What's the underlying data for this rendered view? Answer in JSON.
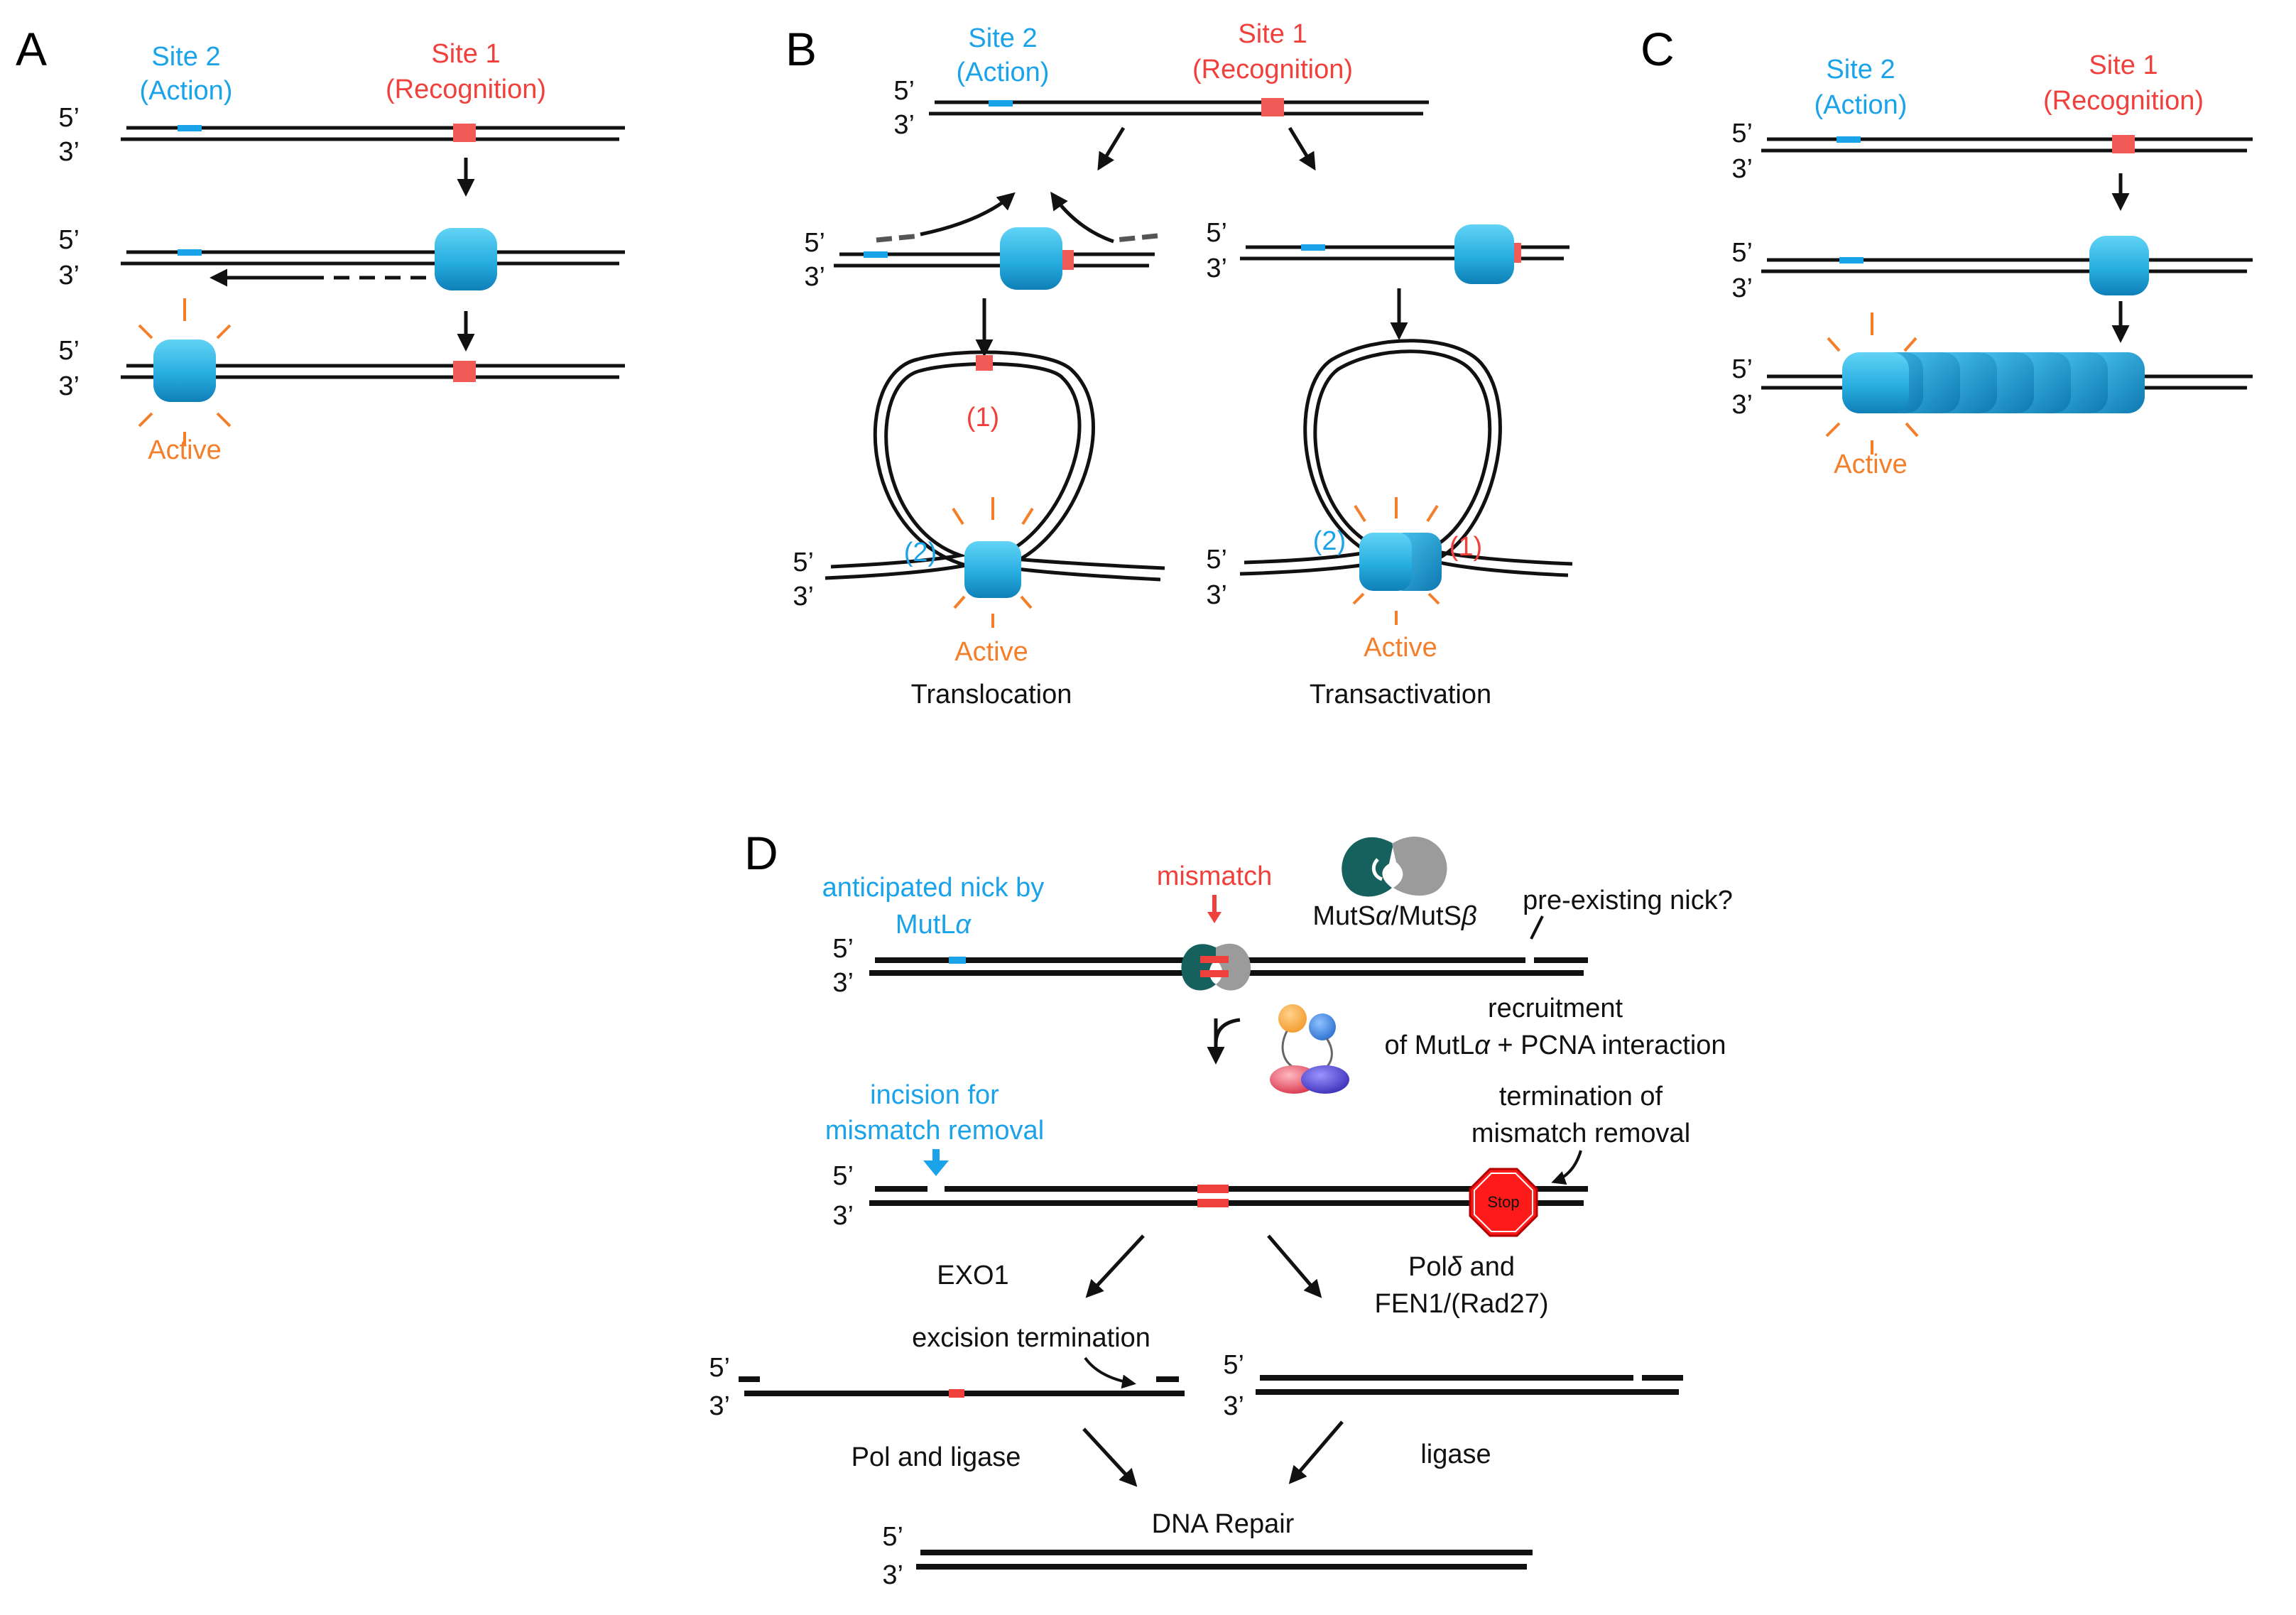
{
  "colors": {
    "site2_blue": "#1aa3e8",
    "site1_red": "#f0403c",
    "active_orange": "#f47f2a",
    "protein_cyan": "#27aee0",
    "muts_dark": "#16615e",
    "muts_grey": "#9b9b9b",
    "stop_red": "#ff1a1a"
  },
  "strand": {
    "five": "5’",
    "three": "3’"
  },
  "panel_a": {
    "letter": "A",
    "site2_line1": "Site 2",
    "site2_line2": "(Action)",
    "site1_line1": "Site 1",
    "site1_line2": "(Recognition)",
    "active": "Active"
  },
  "panel_b": {
    "letter": "B",
    "site2_line1": "Site 2",
    "site2_line2": "(Action)",
    "site1_line1": "Site 1",
    "site1_line2": "(Recognition)",
    "loop1_label": "(1)",
    "loop2_label": "(2)",
    "loop_b_site2": "(2)",
    "loop_b_site1": "(1)",
    "active_left": "Active",
    "active_right": "Active",
    "translocation": "Translocation",
    "transactivation": "Transactivation"
  },
  "panel_c": {
    "letter": "C",
    "site2_line1": "Site 2",
    "site2_line2": "(Action)",
    "site1_line1": "Site 1",
    "site1_line2": "(Recognition)",
    "active": "Active"
  },
  "panel_d": {
    "letter": "D",
    "anticipated_nick_line1": "anticipated nick by",
    "anticipated_nick_line2_prefix": "MutL",
    "mismatch": "mismatch",
    "muts_prefix_a": "MutS",
    "muts_sep": "/MutS",
    "preexisting_nick": "pre-existing nick?",
    "recruitment_line1": "recruitment",
    "recruitment_line2_prefix": "of MutL",
    "recruitment_line2_suffix": " + PCNA interaction",
    "incision_line1": "incision for",
    "incision_line2": "mismatch removal",
    "termination_line1": "termination of",
    "termination_line2": "mismatch removal",
    "stop": "Stop",
    "exo1": "EXO1",
    "pol_delta_prefix": "Pol",
    "pol_delta_suffix": " and",
    "fen1": "FEN1/(Rad27)",
    "excision_termination": "excision termination",
    "pol_and_ligase": "Pol and ligase",
    "ligase": "ligase",
    "dna_repair": "DNA Repair",
    "alpha": "α",
    "beta": "β",
    "delta": "δ"
  }
}
